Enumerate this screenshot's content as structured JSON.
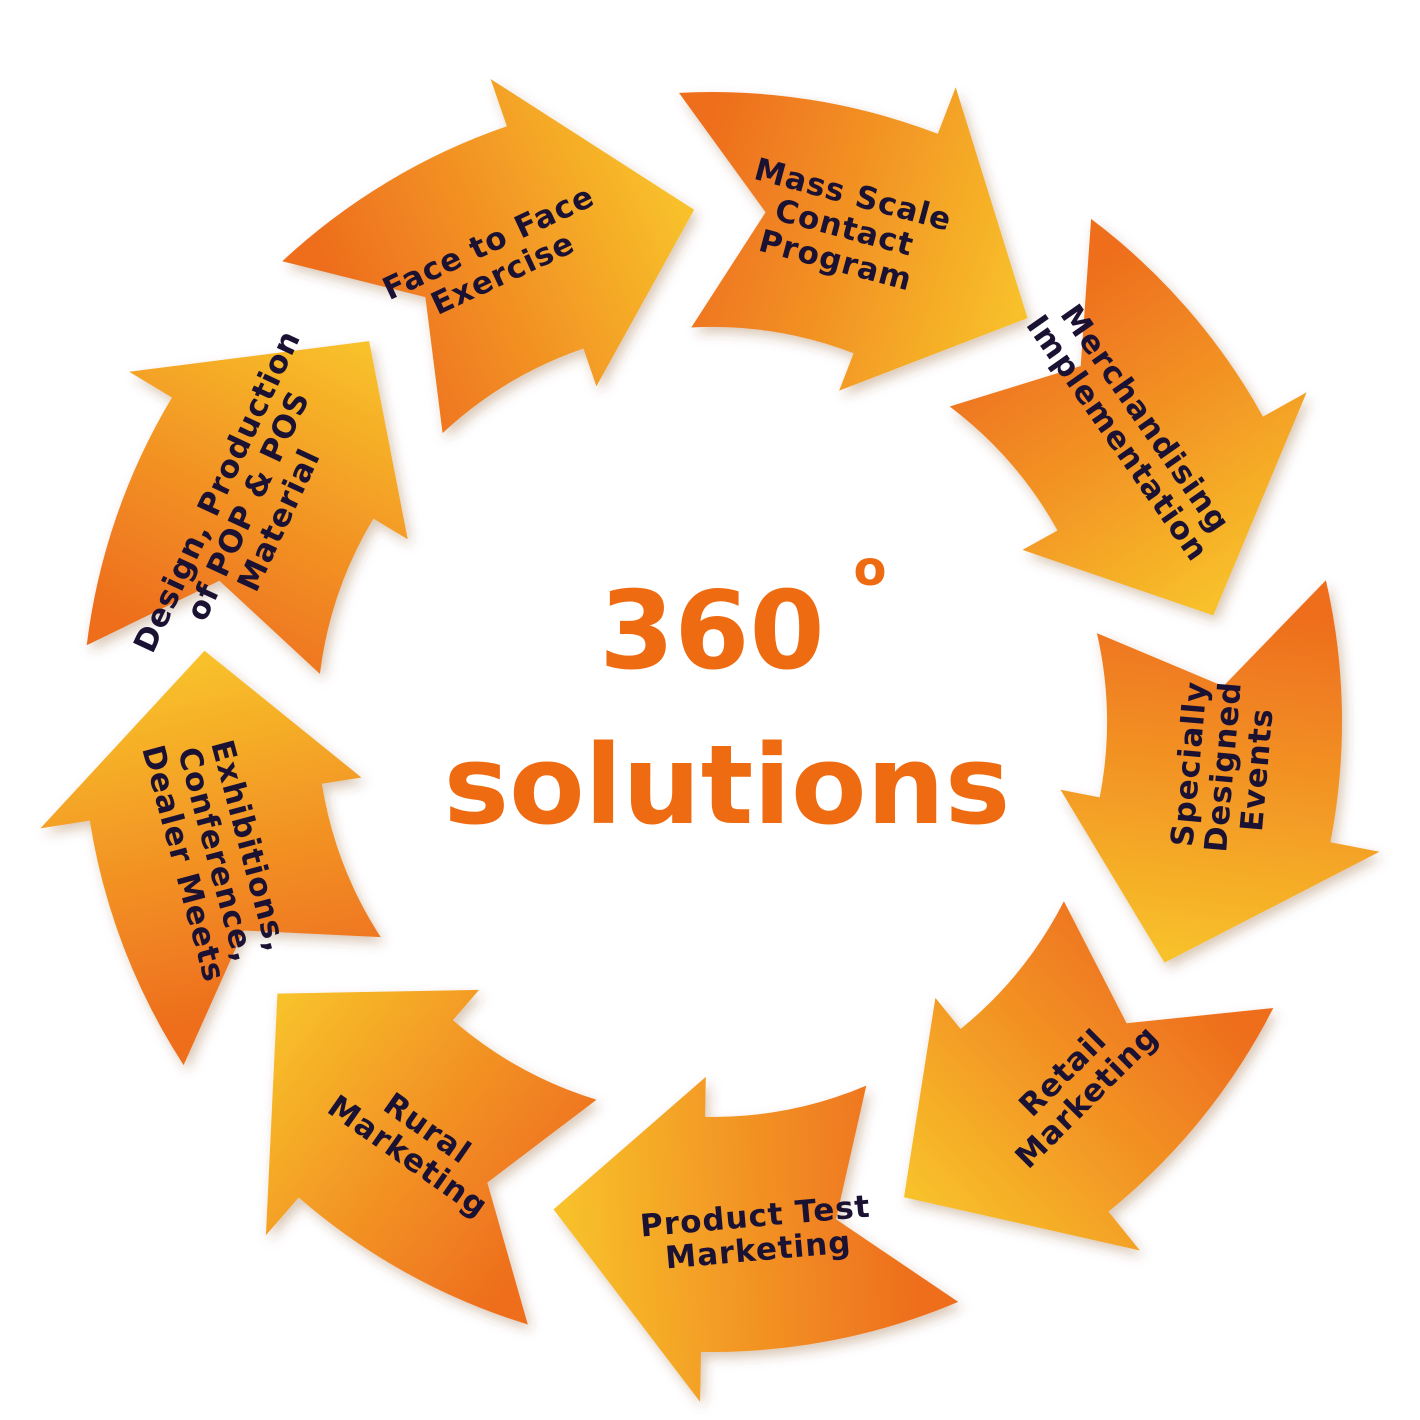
{
  "center": {
    "number": "360",
    "degree": "o",
    "word": "solutions"
  },
  "colors": {
    "arrow_light": "#f8c12a",
    "arrow_dark": "#ee6e1e",
    "label_text": "#1b1233",
    "center_text": "#ef6b12"
  },
  "segments": [
    {
      "name": "face-to-face-exercise",
      "lines": [
        "Face to Face",
        "Exercise"
      ]
    },
    {
      "name": "mass-scale-contact-program",
      "lines": [
        "Mass Scale",
        "Contact",
        "Program"
      ]
    },
    {
      "name": "merchandising-implementation",
      "lines": [
        "Merchandising",
        "Implementation"
      ]
    },
    {
      "name": "specially-designed-events",
      "lines": [
        "Specially",
        "Designed",
        "Events"
      ]
    },
    {
      "name": "retail-marketing",
      "lines": [
        "Retail",
        "Marketing"
      ]
    },
    {
      "name": "product-test-marketing",
      "lines": [
        "Product Test",
        "Marketing"
      ]
    },
    {
      "name": "rural-marketing",
      "lines": [
        "Rural",
        "Marketing"
      ]
    },
    {
      "name": "exhibitions-conference-dealer-meets",
      "lines": [
        "Exhibitions,",
        "Conference,",
        "Dealer Meets"
      ]
    },
    {
      "name": "design-production-pop-pos-material",
      "lines": [
        "Design, Production",
        "of POP & POS",
        "Material"
      ]
    }
  ]
}
